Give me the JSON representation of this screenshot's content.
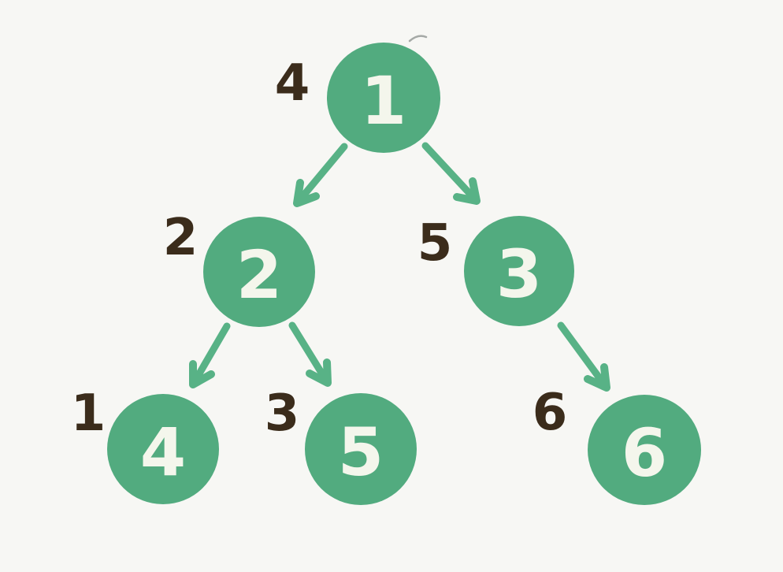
{
  "diagram": {
    "type": "binary-tree",
    "colors": {
      "background": "#f7f7f4",
      "node_fill": "#52ab7f",
      "node_text": "#f4f6ec",
      "arrow_color": "#58b286",
      "label_color": "#3b2c1b",
      "stray_mark": "#8a8f8c"
    }
  },
  "tree": {
    "nodes": [
      {
        "id": "1",
        "value": "1",
        "order_label": "4"
      },
      {
        "id": "2",
        "value": "2",
        "order_label": "2"
      },
      {
        "id": "3",
        "value": "3",
        "order_label": "5"
      },
      {
        "id": "4",
        "value": "4",
        "order_label": "1"
      },
      {
        "id": "5",
        "value": "5",
        "order_label": "3"
      },
      {
        "id": "6",
        "value": "6",
        "order_label": "6"
      }
    ],
    "edges": [
      {
        "from": "1",
        "to": "2"
      },
      {
        "from": "1",
        "to": "3"
      },
      {
        "from": "2",
        "to": "4"
      },
      {
        "from": "2",
        "to": "5"
      },
      {
        "from": "3",
        "to": "6"
      }
    ]
  }
}
